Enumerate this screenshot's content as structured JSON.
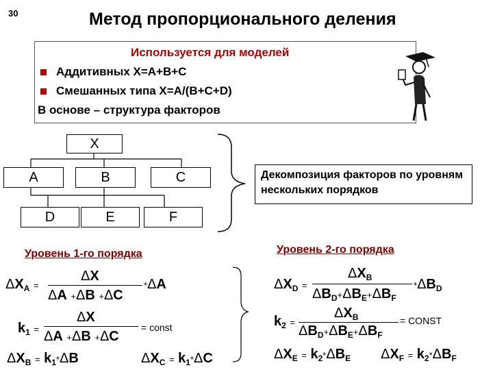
{
  "slide_number": "30",
  "title": "Метод пропорционального деления",
  "info": {
    "heading": "Используется для моделей",
    "bullet1": "Аддитивных X=A+B+C",
    "bullet2": "Смешанных типа X=A/(B+C+D)",
    "basis": "В основе – структура факторов"
  },
  "tree": {
    "root": "X",
    "level1": [
      "A",
      "B",
      "C"
    ],
    "level2": [
      "D",
      "E",
      "F"
    ]
  },
  "note": "Декомпозиция факторов по уровням нескольких порядков",
  "level1_label": "Уровень 1-го порядка",
  "level2_label": "Уровень 2-го порядка",
  "formulas": {
    "delta": "Δ",
    "eq": "=",
    "plus": "+",
    "mul": "*",
    "const_label": "= const",
    "CONST_label": "= CONST",
    "X": "X",
    "A": "A",
    "B": "B",
    "C": "C",
    "XA": "X",
    "sub_A": "A",
    "k1": "k",
    "sub_1": "1",
    "k2": "k",
    "sub_2": "2",
    "sub_B": "B",
    "sub_C": "C",
    "sub_D": "D",
    "sub_E": "E",
    "sub_F": "F"
  }
}
